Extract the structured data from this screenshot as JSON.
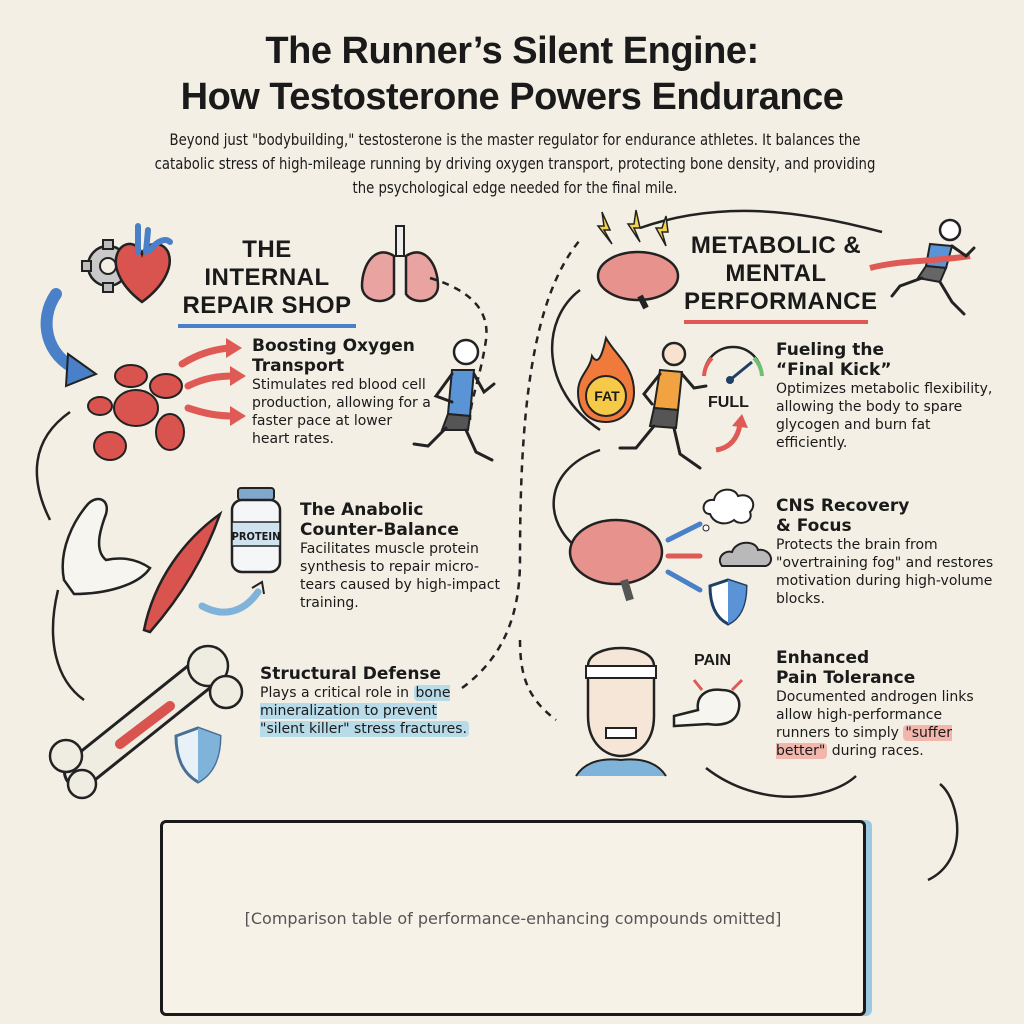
{
  "header": {
    "title_line1": "The Runner’s Silent Engine:",
    "title_line2": "How Testosterone Powers Endurance",
    "intro": "Beyond just \"bodybuilding,\" testosterone is the master regulator for endurance athletes. It balances the catabolic stress of high-mileage running by driving oxygen transport, protecting bone density, and providing the psychological edge needed for the final mile."
  },
  "left_section": {
    "title_line1": "THE INTERNAL",
    "title_line2": "REPAIR SHOP",
    "items": [
      {
        "title_line1": "Boosting Oxygen",
        "title_line2": "Transport",
        "body": "Stimulates red blood cell production, allowing for a faster pace at lower heart rates."
      },
      {
        "title_line1": "The Anabolic",
        "title_line2": "Counter-Balance",
        "body": "Facilitates muscle protein synthesis to repair micro-tears caused by high-impact training.",
        "label": "PROTEIN"
      },
      {
        "title_line1": "Structural Defense",
        "body_pre": "Plays a critical role in ",
        "body_hl": "bone mineralization to prevent \"silent killer\" stress fractures.",
        "body_post": ""
      }
    ]
  },
  "right_section": {
    "title_line1": "METABOLIC &",
    "title_line2": "MENTAL",
    "title_line3": "PERFORMANCE",
    "items": [
      {
        "title_line1": "Fueling the",
        "title_line2": "“Final Kick”",
        "body": "Optimizes metabolic flexibility, allowing the body to spare glycogen and burn fat efficiently.",
        "badge_fat": "FAT",
        "gauge_label": "FULL"
      },
      {
        "title_line1": "CNS Recovery",
        "title_line2": "& Focus",
        "body": "Protects the brain from \"overtraining fog\" and restores motivation during high-volume blocks."
      },
      {
        "title_line1": "Enhanced",
        "title_line2": "Pain Tolerance",
        "body_pre": "Documented androgen links allow high-performance runners to simply ",
        "body_hl": "\"suffer better\"",
        "body_post": " during races.",
        "pain_label": "PAIN"
      }
    ]
  },
  "bottom_panel": {
    "placeholder": "[Comparison table of performance-enhancing compounds omitted]"
  },
  "colors": {
    "background": "#f3efe4",
    "accent_blue": "#4a80c8",
    "accent_red": "#e05a55",
    "highlight_blue": "#b7dbe8",
    "highlight_red": "#f3b6ad"
  }
}
